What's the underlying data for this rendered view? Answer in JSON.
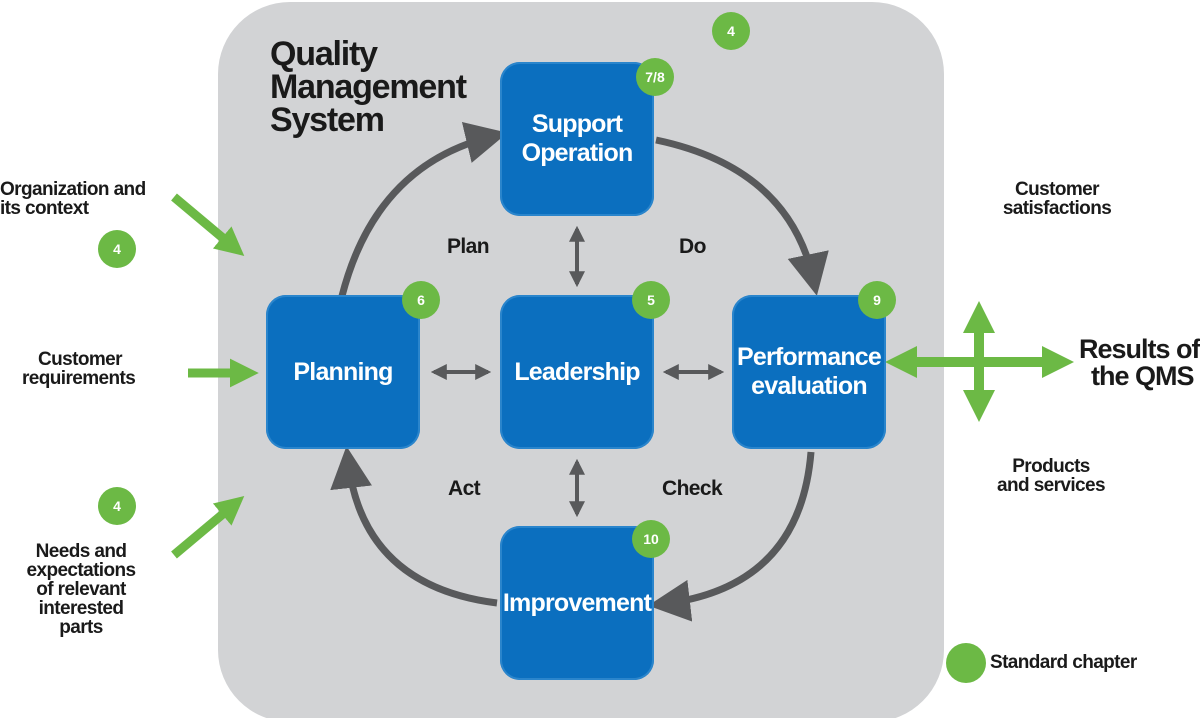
{
  "system_title": [
    "Quality",
    "Management",
    "System"
  ],
  "boxes": {
    "support": {
      "lines": [
        "Support",
        "Operation"
      ],
      "chapter": "7/8"
    },
    "planning": {
      "lines": [
        "Planning"
      ],
      "chapter": "6"
    },
    "leadership": {
      "lines": [
        "Leadership"
      ],
      "chapter": "5"
    },
    "performance": {
      "lines": [
        "Performance",
        "evaluation"
      ],
      "chapter": "9"
    },
    "improvement": {
      "lines": [
        "Improvement"
      ],
      "chapter": "10"
    }
  },
  "pdca": {
    "plan": "Plan",
    "do": "Do",
    "check": "Check",
    "act": "Act"
  },
  "inputs": {
    "context": {
      "lines": [
        "Organization and",
        "its context"
      ],
      "chapter": "4"
    },
    "customer": {
      "lines": [
        "Customer",
        "requirements"
      ]
    },
    "needs": {
      "lines": [
        "Needs and",
        "expectations",
        "of relevant",
        "interested",
        "parts"
      ],
      "chapter": "4"
    }
  },
  "outputs": {
    "satisfaction": [
      "Customer",
      "satisfactions"
    ],
    "results": [
      "Results of",
      "the QMS"
    ],
    "products": [
      "Products",
      "and services"
    ]
  },
  "system_chapter": "4",
  "legend": {
    "label": "Standard chapter"
  },
  "colors": {
    "panel": "#d2d3d5",
    "box": "#0b6fbf",
    "badge": "#6cb945",
    "arrow_green": "#6cb945",
    "cycle": "#58595b"
  }
}
